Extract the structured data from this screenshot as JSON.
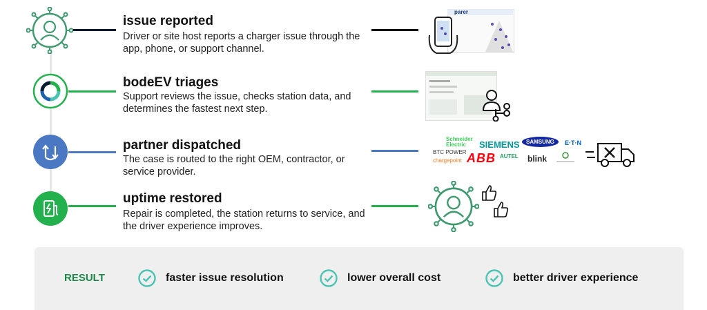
{
  "steps": [
    {
      "title": "issue reported",
      "desc": "Driver or site host reports a charger issue through the app, phone, or support channel.",
      "icon": "driver-person-icon"
    },
    {
      "title": "bodeEV triages",
      "desc": "Support reviews the issue, checks station data, and determines the fastest next step.",
      "icon": "bodeev-logo-icon"
    },
    {
      "title": "partner dispatched",
      "desc": "The case is routed to the right OEM, contractor, or service provider.",
      "icon": "routing-arrows-icon"
    },
    {
      "title": "uptime restored",
      "desc": "Repair is completed, the station returns to service, and the driver experience improves.",
      "icon": "ev-charger-icon"
    }
  ],
  "app_brand": "parer",
  "partners": [
    "Schneider Electric",
    "SIEMENS",
    "SAMSUNG",
    "E·T·N",
    "BTC POWER",
    "chargepoint",
    "ABB",
    "AUTEL",
    "blink"
  ],
  "result": {
    "label": "RESULT",
    "items": [
      "faster issue resolution",
      "lower overall cost",
      "better driver experience"
    ]
  },
  "colors": {
    "green": "#22b14c",
    "blue": "#4a78c2",
    "dark": "#0b1a33",
    "teal": "#4cc4b4"
  }
}
